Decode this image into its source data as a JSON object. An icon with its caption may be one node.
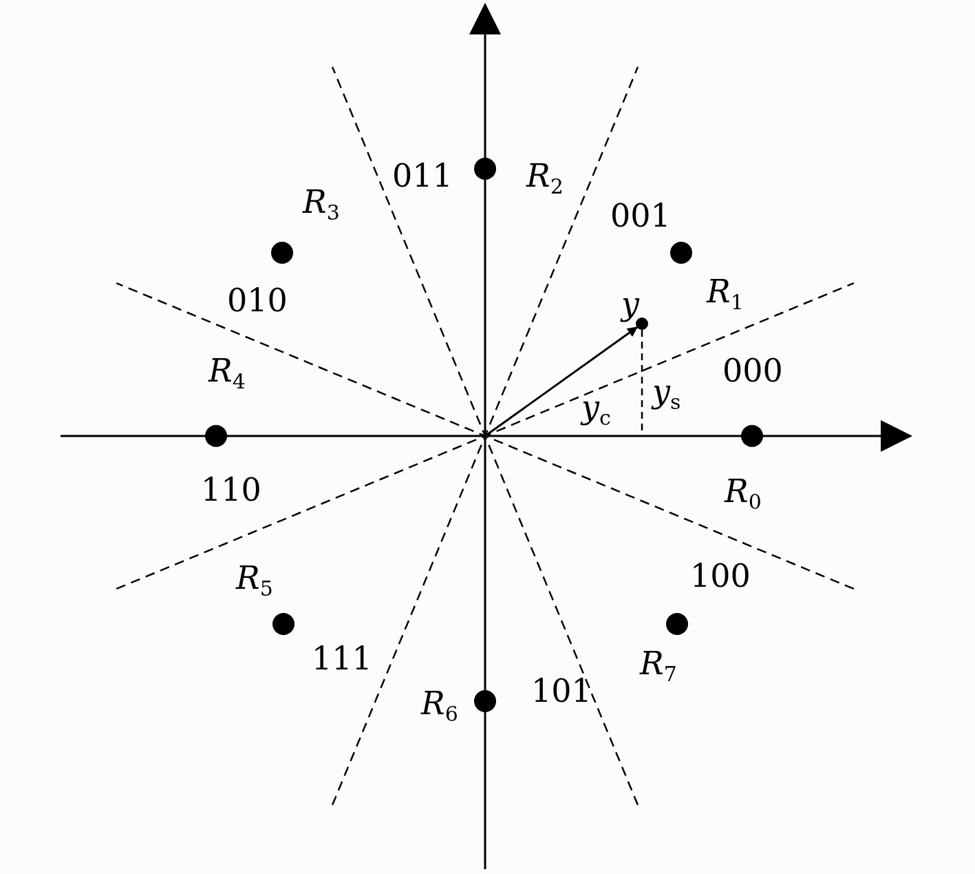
{
  "diagram": {
    "nodes": [
      {
        "text": [],
        "shape": "circle"
      },
      {
        "text": [],
        "shape": "circle"
      },
      {
        "text": [],
        "shape": "circle"
      },
      {
        "text": [],
        "shape": "circle"
      },
      {
        "text": [],
        "shape": "circle"
      },
      {
        "text": [],
        "shape": "circle"
      },
      {
        "text": [],
        "shape": "circle"
      },
      {
        "text": [],
        "shape": "circle"
      },
      {
        "text": [],
        "shape": "circle"
      }
    ],
    "edges": [
      {
        "from": null,
        "to": 3,
        "arrow": "to"
      }
    ],
    "labels": [
      "011",
      "*R*$_{2}$",
      "*R*$_{3}$",
      "001",
      "010",
      "*R*$_{1}$",
      "*y*",
      "*R*$_{4}$",
      "000",
      "*y*$_{s}$",
      "*y*$_{c}$",
      "110",
      "*R*$_{0}$",
      "*R*$_{5}$",
      "100",
      "111",
      "*R*$_{7}$",
      "101",
      "*R*$_{6}$"
    ]
  }
}
